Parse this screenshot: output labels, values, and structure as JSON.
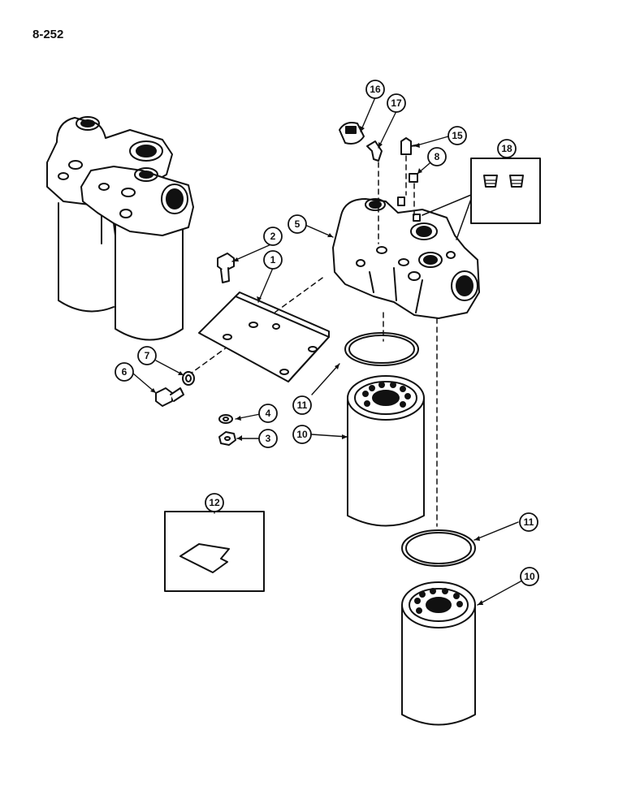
{
  "page_number": "8-252",
  "callouts": {
    "c1": "1",
    "c2": "2",
    "c3": "3",
    "c4": "4",
    "c5": "5",
    "c6": "6",
    "c7": "7",
    "c8": "8",
    "c10a": "10",
    "c10b": "10",
    "c11a": "11",
    "c11b": "11",
    "c12": "12",
    "c15": "15",
    "c16": "16",
    "c17": "17",
    "c18": "18"
  },
  "colors": {
    "ink": "#111111",
    "paper": "#ffffff"
  }
}
